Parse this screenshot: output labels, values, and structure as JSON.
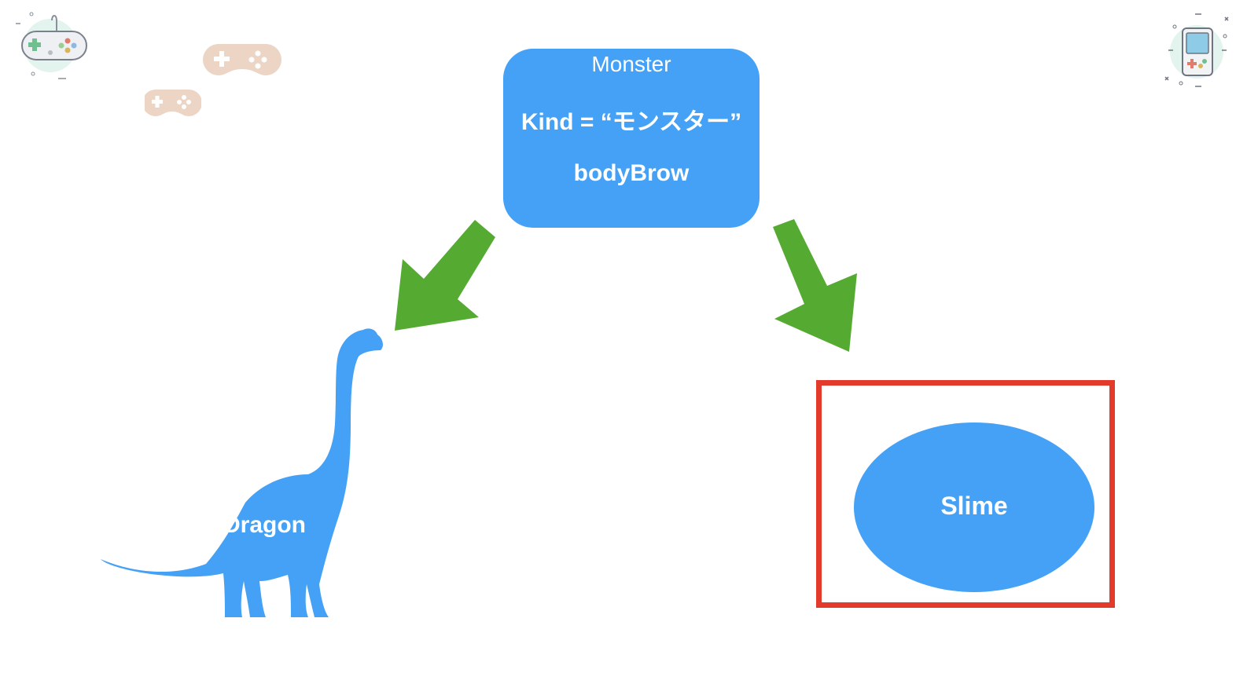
{
  "monster": {
    "title": "Monster",
    "kind_line": "Kind  =  “モンスター”",
    "method": "bodyBrow"
  },
  "dragon": {
    "label": "Dragon"
  },
  "slime": {
    "label": "Slime"
  },
  "colors": {
    "box_blue": "#44a1f5",
    "arrow_green": "#55ab32",
    "highlight_red": "#e33b2b",
    "controller_tan": "#ecd5c5"
  },
  "icons": [
    "gamepad-outline-icon",
    "gamepad-tan-icon",
    "gamepad-tan-small-icon",
    "handheld-console-icon",
    "arrow-down-left-icon",
    "arrow-down-right-icon",
    "dinosaur-silhouette"
  ]
}
